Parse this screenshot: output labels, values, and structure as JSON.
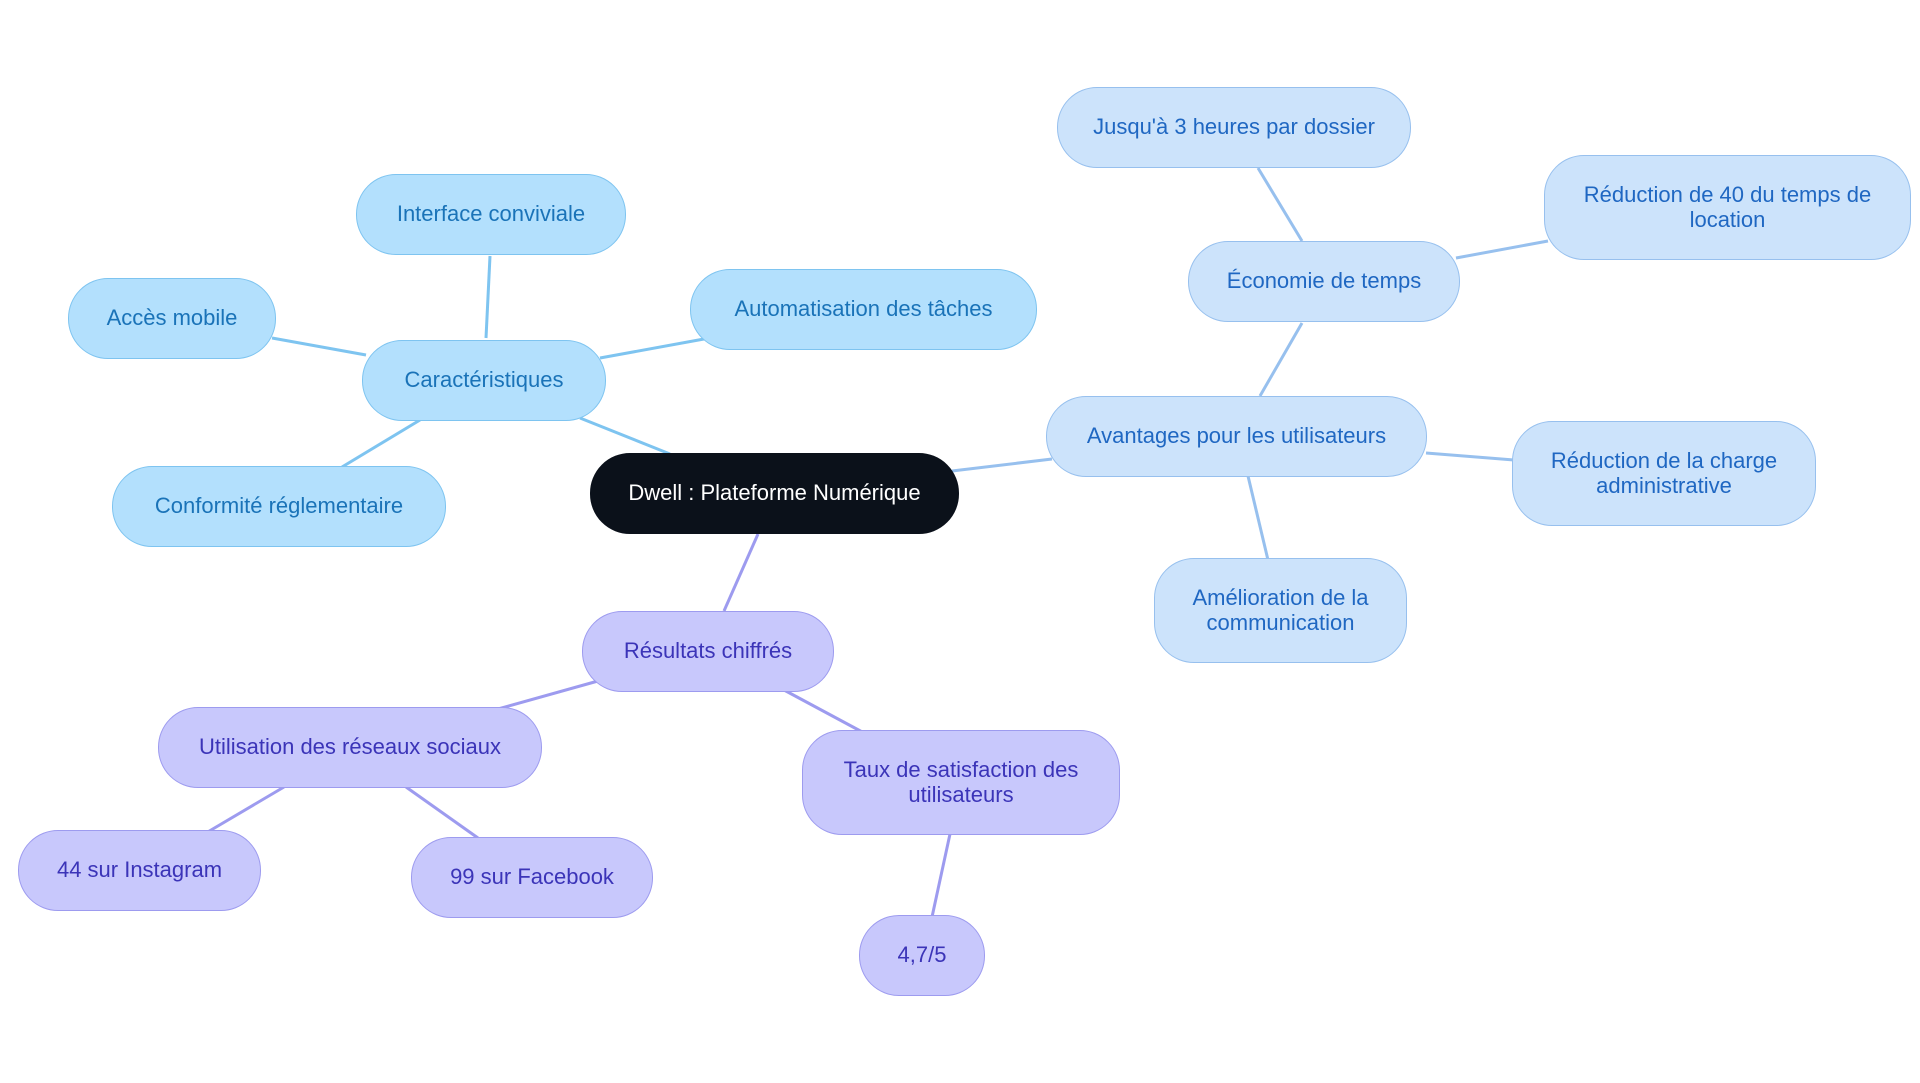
{
  "mindmap": {
    "center": "Dwell : Plateforme Numérique",
    "characteristics": {
      "label": "Caractéristiques",
      "items": [
        "Interface conviviale",
        "Accès mobile",
        "Automatisation des tâches",
        "Conformité réglementaire"
      ]
    },
    "results": {
      "label": "Résultats chiffrés",
      "social": {
        "label": "Utilisation des réseaux sociaux",
        "items": [
          "44 sur Instagram",
          "99 sur Facebook"
        ]
      },
      "satisfaction": {
        "label": "Taux de satisfaction des utilisateurs",
        "value": "4,7/5"
      }
    },
    "advantages": {
      "label": "Avantages pour les utilisateurs",
      "time": {
        "label": "Économie de temps",
        "items": [
          "Jusqu'à 3 heures par dossier",
          "Réduction de 40 du temps de location"
        ]
      },
      "items": [
        "Réduction de la charge administrative",
        "Amélioration de la communication"
      ]
    }
  },
  "colors": {
    "center_bg": "#0b111a",
    "characteristics_branch": "#7ec4f0",
    "advantages_branch": "#97c0ee",
    "results_branch": "#9d9bef"
  }
}
